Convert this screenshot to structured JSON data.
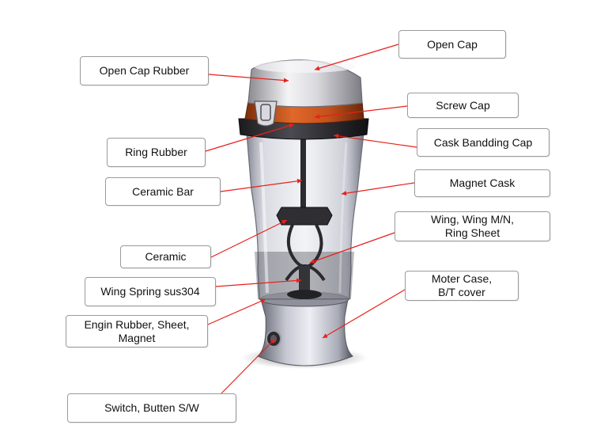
{
  "colors": {
    "leader": "#e8211b",
    "accent": "#c8501a",
    "box_border": "#9a9a9a"
  },
  "labels": {
    "open_cap": "Open Cap",
    "open_cap_rubber": "Open Cap Rubber",
    "screw_cap": "Screw Cap",
    "ring_rubber": "Ring Rubber",
    "cask_bandding_cap": "Cask Bandding Cap",
    "ceramic_bar": "Ceramic Bar",
    "magnet_cask": "Magnet Cask",
    "wing_line1": "Wing,  Wing M/N,",
    "wing_line2": "Ring Sheet",
    "ceramic": "Ceramic",
    "wing_spring": "Wing Spring sus304",
    "moter_line1": "Moter Case,",
    "moter_line2": "B/T cover",
    "engin_line1": "Engin Rubber, Sheet,",
    "engin_line2": "Magnet",
    "switch": "Switch, Butten S/W"
  }
}
